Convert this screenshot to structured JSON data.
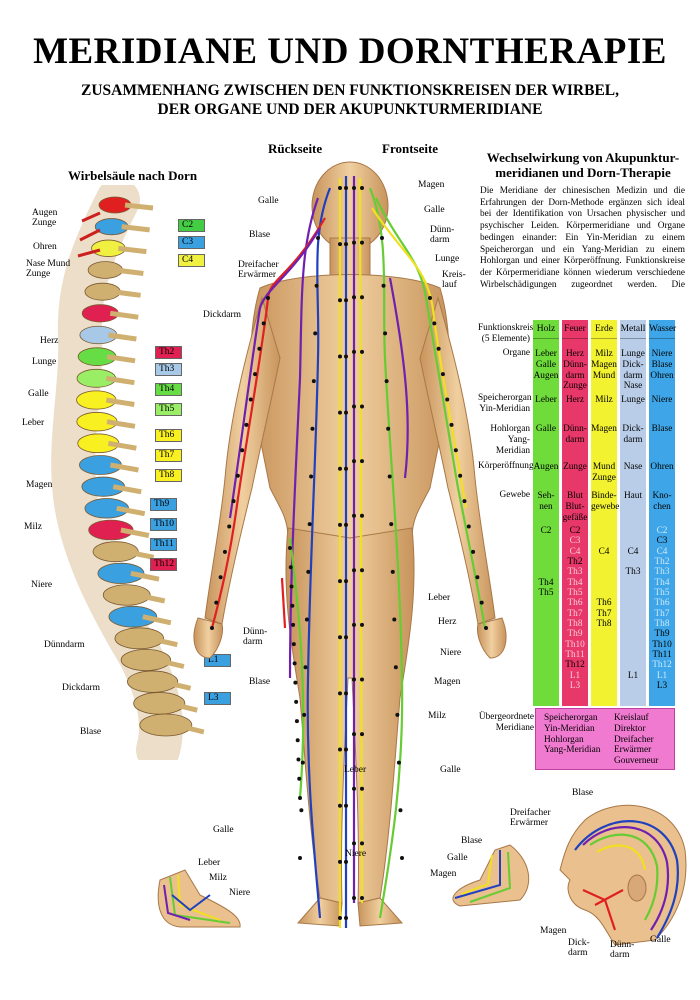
{
  "title": "MERIDIANE UND DORNTHERAPIE",
  "subtitle_line1": "ZUSAMMENHANG ZWISCHEN DEN FUNKTIONSKREISEN DER WIRBEL,",
  "subtitle_line2": "DER ORGANE UND DER AKUPUNKTURMERIDIANE",
  "spine": {
    "heading": "Wirbelsäule nach Dorn",
    "organ_labels": {
      "augen_zunge": "Augen\nZunge",
      "ohren": "Ohren",
      "nase_mund_zunge": "Nase Mund\nZunge",
      "herz": "Herz",
      "lunge": "Lunge",
      "galle": "Galle",
      "leber": "Leber",
      "magen": "Magen",
      "milz": "Milz",
      "niere": "Niere",
      "duenndarm": "Dünndarm",
      "dickdarm": "Dickdarm",
      "blase": "Blase"
    },
    "vertebra_tags": [
      {
        "label": "C2",
        "color": "#44cc44"
      },
      {
        "label": "C3",
        "color": "#3aa0e0"
      },
      {
        "label": "C4",
        "color": "#f0f040"
      },
      {
        "label": "Th2",
        "color": "#e02050"
      },
      {
        "label": "Th3",
        "color": "#a8c8e8"
      },
      {
        "label": "Th4",
        "color": "#66dd44"
      },
      {
        "label": "Th5",
        "color": "#99ee66"
      },
      {
        "label": "Th6",
        "color": "#f8f020"
      },
      {
        "label": "Th7",
        "color": "#f8f020"
      },
      {
        "label": "Th8",
        "color": "#f8f020"
      },
      {
        "label": "Th9",
        "color": "#3aa0e0"
      },
      {
        "label": "Th10",
        "color": "#3aa0e0"
      },
      {
        "label": "Th11",
        "color": "#3aa0e0"
      },
      {
        "label": "Th12",
        "color": "#e02050"
      },
      {
        "label": "L1",
        "color": "#3aa0e0"
      },
      {
        "label": "L3",
        "color": "#3aa0e0"
      }
    ]
  },
  "body": {
    "back_heading": "Rückseite",
    "front_heading": "Frontseite",
    "labels": {
      "galle_top": "Galle",
      "blase_top": "Blase",
      "dreifacher_erwaermer": "Dreifacher\nErwärmer",
      "dickdarm": "Dickdarm",
      "magen_top": "Magen",
      "galle_right": "Galle",
      "duenndarm_top": "Dünn-\ndarm",
      "lunge": "Lunge",
      "kreislauf": "Kreis-\nlauf",
      "leber_mid": "Leber",
      "herz": "Herz",
      "niere": "Niere",
      "magen_mid": "Magen",
      "milz": "Milz",
      "galle_lower_right": "Galle",
      "duenndarm_hand": "Dünn-\ndarm",
      "blase_mid": "Blase",
      "leber_low": "Leber",
      "galle_low": "Galle",
      "niere_low": "Niere"
    }
  },
  "foot_left": {
    "leber": "Leber",
    "milz": "Milz",
    "niere": "Niere"
  },
  "foot_right": {
    "blase": "Blase",
    "galle": "Galle",
    "magen": "Magen"
  },
  "head": {
    "blase": "Blase",
    "dreifacher_erwaermer": "Dreifacher\nErwärmer",
    "magen": "Magen",
    "dickdarm": "Dick-\ndarm",
    "duenndarm": "Dünn-\ndarm",
    "galle": "Galle"
  },
  "info": {
    "title": "Wechselwirkung von Akupunktur-\nmeridianen und Dorn-Therapie",
    "body": "Die Meridiane der chinesischen Medizin und die Erfahrungen der Dorn-Methode ergänzen sich ideal bei der Identifikation von Ursachen physischer und psychischer Leiden. Körpermeridiane und Organe bedingen einander: Ein Yin-Meridian zu einem Speicherorgan und ein Yang-Meridian zu einem Hohlorgan und einer Körperöffnung. Funktionskreise der Körpermeridiane können wiederum verschiedene Wirbelschädigungen zugeordnet werden. Die zugehörigen Wirbel eines Funktionskreises sind häufig die Ursachen der Probleme, die zu behandeln sind. Auch ein verschobenes Gelenk auf dem Meridian-"
  },
  "table": {
    "row_labels": {
      "funktionskreis": "Funktionskreis\n(5 Elemente)",
      "organe": "Organe",
      "speicherorgan": "Speicherorgan\nYin-Meridian",
      "hohlorgan": "Hohlorgan\nYang-Meridian",
      "koerperoeffnung": "Körperöffnung",
      "gewebe": "Gewebe"
    },
    "columns": [
      {
        "name": "Holz",
        "color": "#6fdc3c",
        "text": "#000000",
        "organe": "Leber\nGalle\nAugen",
        "speicher": "Leber",
        "hohl": "Galle",
        "oeffnung": "Augen",
        "gewebe": "Seh-\nnen",
        "vertebrae": [
          {
            "v": "C2",
            "on": true
          },
          {
            "v": "",
            "on": false
          },
          {
            "v": "",
            "on": false
          },
          {
            "v": "",
            "on": false
          },
          {
            "v": "",
            "on": false
          },
          {
            "v": "Th4",
            "on": true
          },
          {
            "v": "Th5",
            "on": true
          },
          {
            "v": "",
            "on": false
          },
          {
            "v": "",
            "on": false
          },
          {
            "v": "",
            "on": false
          },
          {
            "v": "",
            "on": false
          },
          {
            "v": "",
            "on": false
          },
          {
            "v": "",
            "on": false
          },
          {
            "v": "",
            "on": false
          },
          {
            "v": "",
            "on": false
          },
          {
            "v": "",
            "on": false
          }
        ]
      },
      {
        "name": "Feuer",
        "color": "#e8386a",
        "text": "#000000",
        "organe": "Herz\nDünn-\ndarm\nZunge",
        "speicher": "Herz",
        "hohl": "Dünn-\ndarm",
        "oeffnung": "Zunge",
        "gewebe": "Blut\nBlut-\ngefäße",
        "vertebrae": [
          {
            "v": "C2",
            "on": true
          },
          {
            "v": "C3",
            "on": false
          },
          {
            "v": "C4",
            "on": false
          },
          {
            "v": "Th2",
            "on": true
          },
          {
            "v": "Th3",
            "on": false
          },
          {
            "v": "Th4",
            "on": false
          },
          {
            "v": "Th5",
            "on": false
          },
          {
            "v": "Th6",
            "on": false
          },
          {
            "v": "Th7",
            "on": false
          },
          {
            "v": "Th8",
            "on": false
          },
          {
            "v": "Th9",
            "on": false
          },
          {
            "v": "Th10",
            "on": false
          },
          {
            "v": "Th11",
            "on": false
          },
          {
            "v": "Th12",
            "on": true
          },
          {
            "v": "L1",
            "on": false
          },
          {
            "v": "L3",
            "on": false
          }
        ]
      },
      {
        "name": "Erde",
        "color": "#f2f230",
        "text": "#000000",
        "organe": "Milz\nMagen\nMund",
        "speicher": "Milz",
        "hohl": "Magen",
        "oeffnung": "Mund\nZunge",
        "gewebe": "Binde-\ngewebe",
        "vertebrae": [
          {
            "v": "",
            "on": false
          },
          {
            "v": "",
            "on": false
          },
          {
            "v": "C4",
            "on": true
          },
          {
            "v": "",
            "on": false
          },
          {
            "v": "",
            "on": false
          },
          {
            "v": "",
            "on": false
          },
          {
            "v": "",
            "on": false
          },
          {
            "v": "Th6",
            "on": true
          },
          {
            "v": "Th7",
            "on": true
          },
          {
            "v": "Th8",
            "on": true
          },
          {
            "v": "",
            "on": false
          },
          {
            "v": "",
            "on": false
          },
          {
            "v": "",
            "on": false
          },
          {
            "v": "",
            "on": false
          },
          {
            "v": "",
            "on": false
          },
          {
            "v": "",
            "on": false
          }
        ]
      },
      {
        "name": "Metall",
        "color": "#b9cde8",
        "text": "#000000",
        "organe": "Lunge\nDick-\ndarm\nNase",
        "speicher": "Lunge",
        "hohl": "Dick-\ndarm",
        "oeffnung": "Nase",
        "gewebe": "Haut",
        "vertebrae": [
          {
            "v": "",
            "on": false
          },
          {
            "v": "",
            "on": false
          },
          {
            "v": "C4",
            "on": true
          },
          {
            "v": "",
            "on": false
          },
          {
            "v": "Th3",
            "on": true
          },
          {
            "v": "",
            "on": false
          },
          {
            "v": "",
            "on": false
          },
          {
            "v": "",
            "on": false
          },
          {
            "v": "",
            "on": false
          },
          {
            "v": "",
            "on": false
          },
          {
            "v": "",
            "on": false
          },
          {
            "v": "",
            "on": false
          },
          {
            "v": "",
            "on": false
          },
          {
            "v": "",
            "on": false
          },
          {
            "v": "L1",
            "on": true
          },
          {
            "v": "",
            "on": false
          }
        ]
      },
      {
        "name": "Wasser",
        "color": "#3ea6e8",
        "text": "#000000",
        "organe": "Niere\nBlase\nOhren",
        "speicher": "Niere",
        "hohl": "Blase",
        "oeffnung": "Ohren",
        "gewebe": "Kno-\nchen",
        "vertebrae": [
          {
            "v": "C2",
            "on": false
          },
          {
            "v": "C3",
            "on": true
          },
          {
            "v": "C4",
            "on": false
          },
          {
            "v": "Th2",
            "on": false
          },
          {
            "v": "Th3",
            "on": false
          },
          {
            "v": "Th4",
            "on": false
          },
          {
            "v": "Th5",
            "on": false
          },
          {
            "v": "Th6",
            "on": false
          },
          {
            "v": "Th7",
            "on": false
          },
          {
            "v": "Th8",
            "on": false
          },
          {
            "v": "Th9",
            "on": true
          },
          {
            "v": "Th10",
            "on": true
          },
          {
            "v": "Th11",
            "on": true
          },
          {
            "v": "Th12",
            "on": false
          },
          {
            "v": "L1",
            "on": false
          },
          {
            "v": "L3",
            "on": true
          }
        ]
      }
    ],
    "uebergeordnete": {
      "label": "Übergeordnete\nMeridiane",
      "left": "Speicherorgan\nYin-Meridian\nHohlorgan\nYang-Meridian",
      "right": "Kreislauf\nDirektor\nDreifacher\nErwärmer\nGouverneur"
    }
  },
  "colors": {
    "skin": "#e9c08e",
    "skin_shadow": "#c8945c",
    "bone": "#e6c98a",
    "green": "#66cc33",
    "yellow": "#f0e020",
    "red": "#e02020",
    "blue": "#2040c0",
    "purple": "#7020b0",
    "dot": "#111111"
  }
}
